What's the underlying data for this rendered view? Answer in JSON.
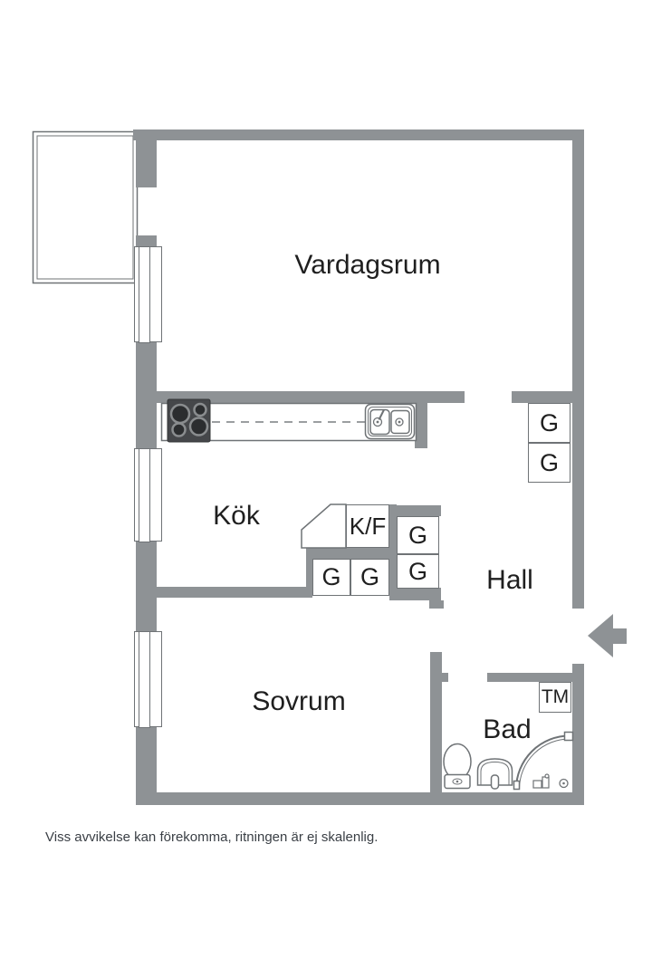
{
  "colors": {
    "wall": "#8E9295",
    "outline": "#6F7376",
    "ink": "#1F1F1F",
    "stove_body": "#45474A",
    "burner": "#2B2D2F",
    "burner_ring": "#8A8D8F",
    "dash": "#9B9EA0",
    "note": "#3A3F45"
  },
  "rooms": [
    {
      "name": "vardagsrum",
      "label": "Vardagsrum"
    },
    {
      "name": "kok",
      "label": "Kök"
    },
    {
      "name": "hall",
      "label": "Hall"
    },
    {
      "name": "sovrum",
      "label": "Sovrum"
    },
    {
      "name": "bad",
      "label": "Bad"
    }
  ],
  "closets": [
    {
      "label": "G",
      "location": "hall column upper"
    },
    {
      "label": "G",
      "location": "hall column lower"
    },
    {
      "label": "G",
      "location": "kitchen right column upper"
    },
    {
      "label": "G",
      "location": "kitchen right column lower"
    },
    {
      "label": "G",
      "location": "kitchen south pair left"
    },
    {
      "label": "G",
      "location": "kitchen south pair right"
    }
  ],
  "appliances": {
    "fridge_freezer": "K/F",
    "washing_machine": "TM"
  },
  "symbols": {
    "balcony": "balcony-outline",
    "windows": "window-symbol x3",
    "stove": "four-burner-cooktop",
    "kitchen_sink": "double-basin-sink",
    "toilet": "toilet",
    "washbasin": "washbasin",
    "shower": "corner-shower",
    "entrance": "entry-arrow"
  },
  "footer": {
    "disclaimer": "Viss avvikelse kan förekomma, ritningen är ej skalenlig."
  }
}
